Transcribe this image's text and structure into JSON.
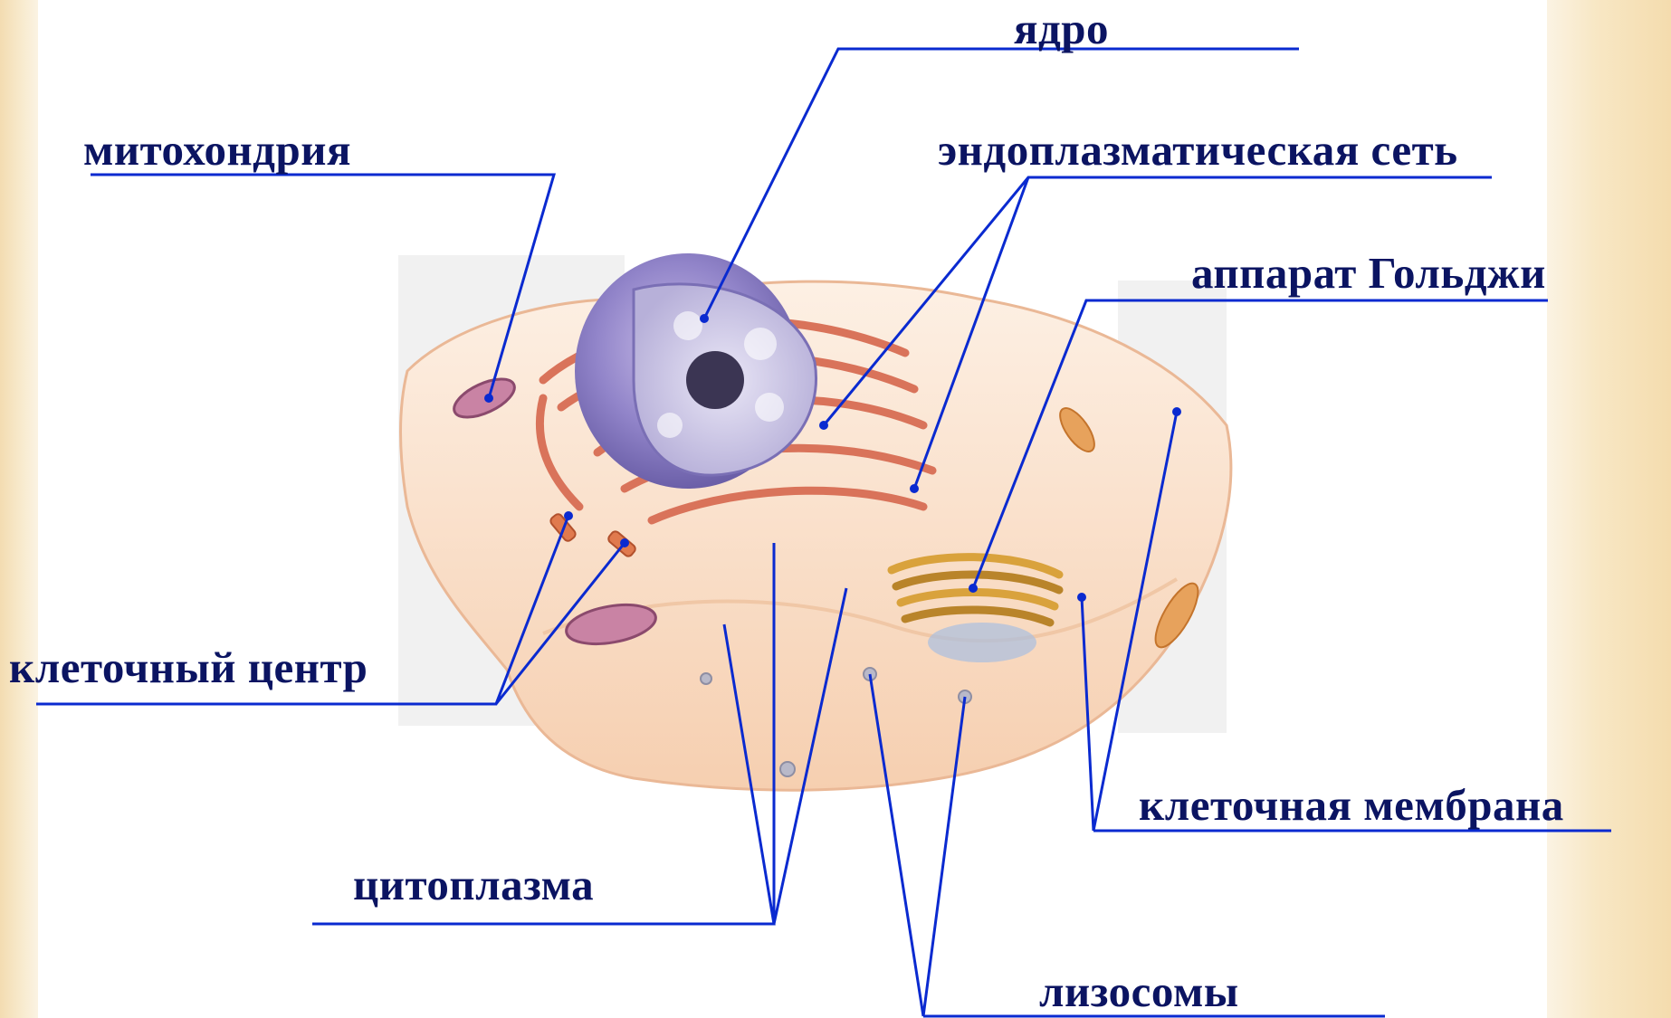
{
  "diagram": {
    "labels": {
      "nucleus": "ядро",
      "mitochondrion": "митохондрия",
      "er": "эндоплазматическая  сеть",
      "golgi": "аппарат Гольджи",
      "centrosome": "клеточный центр",
      "membrane": "клеточная мембрана",
      "cytoplasm": "цитоплазма",
      "lysosomes": "лизосомы"
    },
    "colors": {
      "label_text": "#0b1462",
      "leader_line": "#0a2ad0",
      "background_side": "#f6e2bb",
      "nucleus": "#8c7fc4",
      "er": "#d9735a",
      "golgi": "#d9a23c",
      "mitochondrion": "#9b5a7e",
      "cell_body": "#fbe3cf"
    }
  }
}
